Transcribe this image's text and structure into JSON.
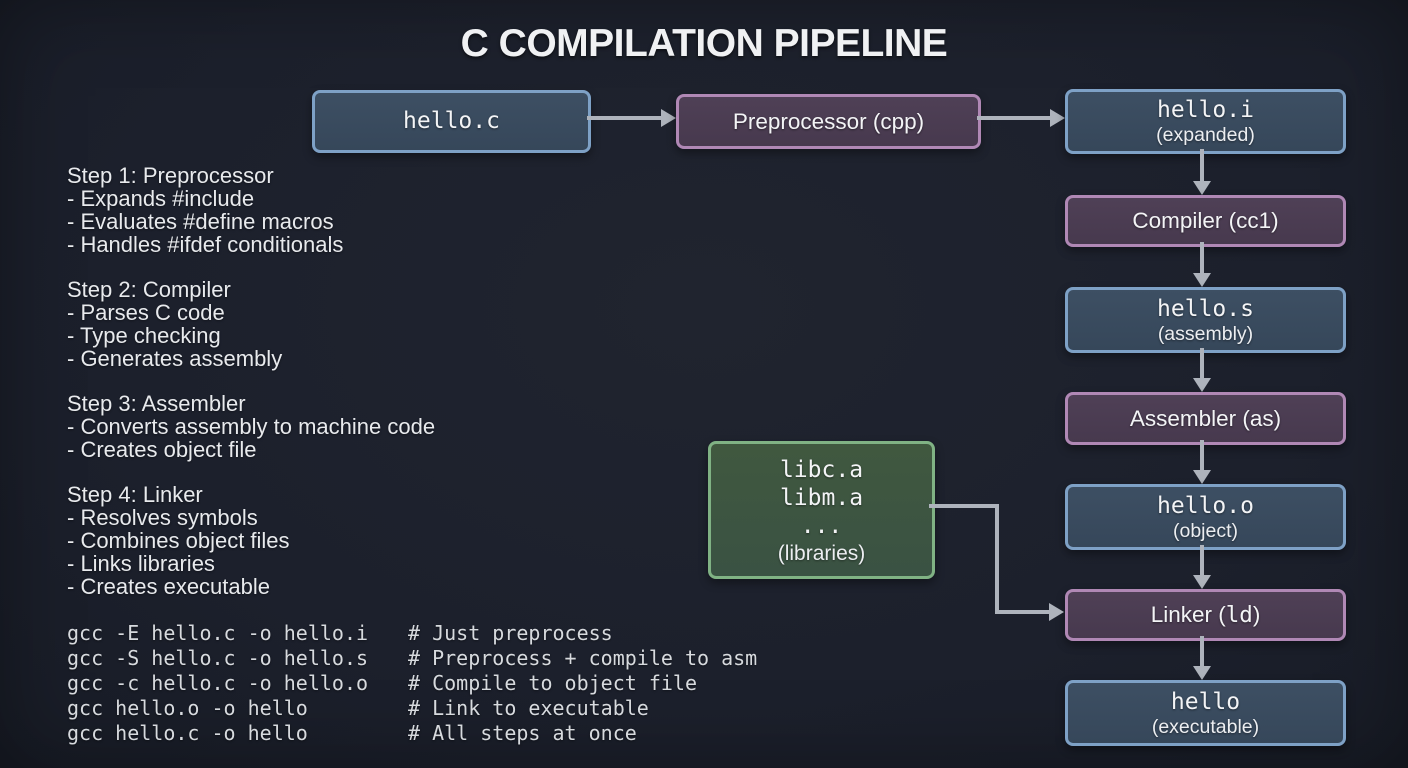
{
  "title": "C COMPILATION PIPELINE",
  "nodes": {
    "hello_c": {
      "label": "hello.c"
    },
    "preprocessor": {
      "label": "Preprocessor (cpp)"
    },
    "hello_i": {
      "label": "hello.i",
      "sublabel": "(expanded)"
    },
    "compiler": {
      "label": "Compiler (cc1)"
    },
    "hello_s": {
      "label": "hello.s",
      "sublabel": "(assembly)"
    },
    "assembler": {
      "label": "Assembler (as)"
    },
    "hello_o": {
      "label": "hello.o",
      "sublabel": "(object)"
    },
    "linker": {
      "label_pre": "Linker (",
      "label_mono": "ld",
      "label_post": ")"
    },
    "hello_exe": {
      "label": "hello",
      "sublabel": "(executable)"
    }
  },
  "libraries": {
    "files": [
      "libc.a",
      "libm.a",
      "..."
    ],
    "caption": "(libraries)"
  },
  "steps": [
    {
      "heading": "Step 1: Preprocessor",
      "bullets": [
        "- Expands #include",
        "- Evaluates #define macros",
        "- Handles #ifdef conditionals"
      ]
    },
    {
      "heading": "Step 2: Compiler",
      "bullets": [
        "- Parses C code",
        "- Type checking",
        "- Generates assembly"
      ]
    },
    {
      "heading": "Step 3: Assembler",
      "bullets": [
        "- Converts assembly to machine code",
        "- Creates object file"
      ]
    },
    {
      "heading": "Step 4: Linker",
      "bullets": [
        "- Resolves symbols",
        "- Combines object files",
        "- Links libraries",
        "- Creates executable"
      ]
    }
  ],
  "commands": [
    {
      "cmd": "gcc -E hello.c -o hello.i",
      "comment": "# Just preprocess"
    },
    {
      "cmd": "gcc -S hello.c -o hello.s",
      "comment": "# Preprocess + compile to asm"
    },
    {
      "cmd": "gcc -c hello.c -o hello.o",
      "comment": "# Compile to object file"
    },
    {
      "cmd": "gcc hello.o -o hello",
      "comment": "# Link to executable"
    },
    {
      "cmd": "gcc hello.c -o hello",
      "comment": "# All steps at once"
    }
  ],
  "colors": {
    "background": "#1d212d",
    "file_box_fill": "#394a5c",
    "file_box_border": "#7ea1c6",
    "tool_box_fill": "#4b3c52",
    "tool_box_border": "#b088b5",
    "library_box_fill": "#3d5443",
    "library_box_border": "#80b284",
    "arrow": "#aeb3bc",
    "title_text": "#f0f1f3",
    "body_text": "#e8eaed",
    "code_text": "#d7dade"
  }
}
